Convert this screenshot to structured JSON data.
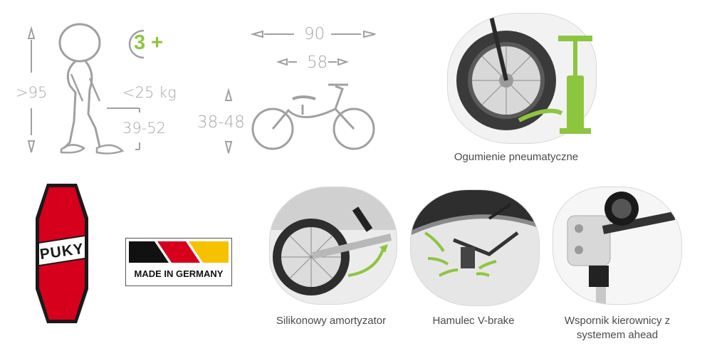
{
  "sizing": {
    "height_label": ">95",
    "weight_label": "<25 kg",
    "inseam_label": "39-52",
    "age_label": "3 +"
  },
  "bike_dims": {
    "length_label": "90",
    "wheelbase_label": "58",
    "seat_height_label": "38-48"
  },
  "features": [
    {
      "caption": "Ogumienie pneumatyczne"
    },
    {
      "caption": "Silikonowy amortyzator"
    },
    {
      "caption": "Hamulec V-brake"
    },
    {
      "caption": "Wspornik kierownicy z systemem ahead"
    }
  ],
  "brand": {
    "logo_text": "PUKY",
    "badge_text": "MADE IN GERMANY"
  },
  "colors": {
    "accent_green": "#8cc63f",
    "logo_red": "#d6001c",
    "outline_gray": "#a0a0a0"
  },
  "icons": [
    "child-figure-icon",
    "bike-outline-icon",
    "air-pump-icon"
  ]
}
